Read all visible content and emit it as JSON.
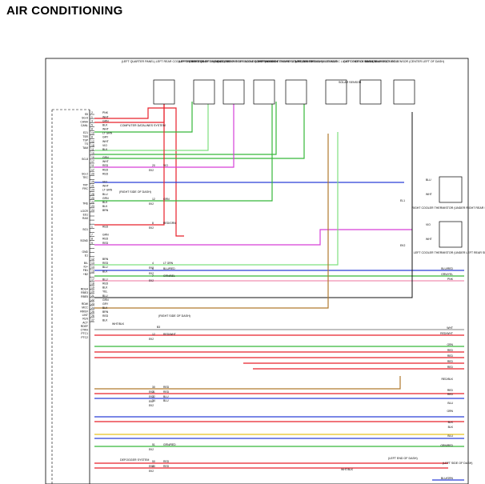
{
  "page": {
    "title": "AIR CONDITIONING"
  },
  "components": [
    {
      "id": "lq",
      "label": "(LEFT QUARTER PANEL) LEFT REAR COOLER THERMISTOR 1"
    },
    {
      "id": "le",
      "label": "(UPPER LEFT END OF DASH) J/C 230"
    },
    {
      "id": "rq",
      "label": "(RIGHT QUARTER PANEL) RIGHT REAR COOLER THERMISTOR 1"
    },
    {
      "id": "cf",
      "label": "(CENTER FRONT OF ENGINE COMPT) AMBIENT TEMPERATURE SENSOR"
    },
    {
      "id": "lf",
      "label": "(LEFT FRONT OF ENGINE COMPT) A/C PRESSURE SENSOR"
    },
    {
      "id": "cd",
      "label": "(CENTER OF DASH) AUTOMATIC LIGHT CONTROL SENSOR"
    },
    {
      "id": "sd",
      "label": "(LEFT SIDE OF DASH) MAIN BODY ECU"
    },
    {
      "id": "rt",
      "label": "ROOM TEMPERATURE SENSOR (CENTER LEFT OF DASH)"
    }
  ],
  "inner_labels": {
    "solar_sensor": "SOLAR SENSOR",
    "computer_datalines": "COMPUTER DATALINES SYSTEM",
    "right_side_dash": "(RIGHT SIDE OF DASH)",
    "right_side_dash_2": "(RIGHT SIDE OF DASH)",
    "defogger": "DEFOGGER SYSTEM",
    "left_end_dash": "(LEFT END OF DASH)",
    "left_side_dash": "(LEFT SIDE OF DASH)"
  },
  "thermistors": [
    {
      "id": "rcool",
      "label": "RIGHT COOLER THERMISTOR (UNDER RIGHT REAR SEAT)",
      "wire1": "BLU",
      "wire2": "WHT",
      "conn": "EL1"
    },
    {
      "id": "lcool",
      "label": "LEFT COOLER THERMISTOR (UNDER LEFT REAR SEAT)",
      "wire1": "VIO",
      "wire2": "WHT",
      "conn": "EK2"
    }
  ],
  "left_pins": [
    "S5",
    "SG-6",
    "CANH",
    "CANL",
    "E21",
    "TSR",
    "TSP",
    "TS",
    "TAM",
    "SG-8",
    "SG-2",
    "TEC",
    "TRT",
    "FRC",
    "TRE",
    "LGCR",
    "ES1",
    "RAS",
    "SG1",
    "SGND",
    "GND",
    "E1",
    "B/L",
    "IG+",
    "FB1",
    "+B2",
    "RDU4",
    "RBE3",
    "RBE5",
    "RDW",
    "MCC",
    "RMSV",
    "LINT",
    "RLN",
    "ACT",
    "RDEF",
    "CTRH",
    "PTC1",
    "PTC2"
  ],
  "rows": [
    {
      "n": "2",
      "c": "PNK"
    },
    {
      "n": "1",
      "c": "WHT"
    },
    {
      "n": "3",
      "c": "GRN"
    },
    {
      "n": "5",
      "c": "BLK"
    },
    {
      "n": "8",
      "c": "WHT"
    },
    {
      "n": "10",
      "c": "LT GRN"
    },
    {
      "n": "8",
      "c": "GRY"
    },
    {
      "n": "12",
      "c": "WHT"
    },
    {
      "n": "18",
      "c": "VIO"
    },
    {
      "n": "11",
      "c": "BLK"
    },
    {
      "n": "15",
      "c": ""
    },
    {
      "n": "16",
      "c": "GRN"
    },
    {
      "n": "17",
      "c": "WHT"
    },
    {
      "n": "11",
      "c": "RED"
    },
    {
      "n": "17",
      "c": "RED"
    },
    {
      "n": "20",
      "c": "RED"
    },
    {
      "n": "",
      "c": ""
    },
    {
      "n": "25",
      "c": "VIO"
    },
    {
      "n": "21",
      "c": "WHT"
    },
    {
      "n": "24",
      "c": "LT GRN"
    },
    {
      "n": "28",
      "c": "BLU"
    },
    {
      "n": "20",
      "c": "GRN"
    },
    {
      "n": "22",
      "c": "BLK"
    },
    {
      "n": "23",
      "c": "BLK"
    },
    {
      "n": "24",
      "c": "BRN"
    },
    {
      "n": "",
      "c": ""
    },
    {
      "n": "",
      "c": ""
    },
    {
      "n": "",
      "c": ""
    },
    {
      "n": "1",
      "c": "RED"
    },
    {
      "n": "",
      "c": ""
    },
    {
      "n": "7",
      "c": "GRN"
    },
    {
      "n": "8",
      "c": "RED"
    },
    {
      "n": "9",
      "c": "RED"
    },
    {
      "n": "",
      "c": ""
    },
    {
      "n": "",
      "c": ""
    },
    {
      "n": "",
      "c": ""
    },
    {
      "n": "12",
      "c": "BRN"
    },
    {
      "n": "13",
      "c": "RED"
    },
    {
      "n": "14",
      "c": "BLU"
    },
    {
      "n": "15",
      "c": "BLK"
    },
    {
      "n": "",
      "c": ""
    },
    {
      "n": "17",
      "c": "BLU"
    },
    {
      "n": "18",
      "c": "RED"
    },
    {
      "n": "19",
      "c": "BLK"
    },
    {
      "n": "20",
      "c": "YEL"
    },
    {
      "n": "21",
      "c": "BLU"
    },
    {
      "n": "22",
      "c": "GRN"
    },
    {
      "n": "23",
      "c": "GRY"
    },
    {
      "n": "24",
      "c": "BLK"
    },
    {
      "n": "25",
      "c": "BRN"
    },
    {
      "n": "26",
      "c": "RED"
    },
    {
      "n": "27",
      "c": "BLK"
    }
  ],
  "splices": [
    {
      "lbl": "WHT/BLK",
      "t": "B3"
    },
    {
      "lbl": "WHT/BLK",
      "t": ""
    }
  ],
  "mid_labels": [
    {
      "n": "20",
      "w": "VIO",
      "c": "EK2"
    },
    {
      "n": "12",
      "w": "GRN",
      "c": "EK2"
    },
    {
      "n": "8",
      "w": "RED/GRN",
      "c": "EK2"
    },
    {
      "n": "4",
      "w": "LT GRN",
      "c": "EK2"
    },
    {
      "n": "5",
      "w": "BLU/RED",
      "c": "EK2"
    },
    {
      "n": "7",
      "w": "GRN/BEL",
      "c": "EK2"
    },
    {
      "n": "12",
      "w": "RED/WHT",
      "c": "EK2"
    },
    {
      "n": "30",
      "w": "RED",
      "c": "EK2"
    },
    {
      "n": "31",
      "w": "RED",
      "c": "EK2"
    },
    {
      "n": "32",
      "w": "BLU",
      "c": "EK2"
    },
    {
      "n": "34",
      "w": "BLU",
      "c": "EK2"
    },
    {
      "n": "51",
      "w": "GRN/RED",
      "c": "EK2"
    },
    {
      "n": "50",
      "w": "RED",
      "c": "EK2"
    },
    {
      "n": "60",
      "w": "RED",
      "c": "EK2"
    }
  ],
  "right_labels": [
    "BLU/RED",
    "GRN/YEL",
    "PNK",
    "WHT",
    "RED/WHT",
    "GRN",
    "RED",
    "RED",
    "RED",
    "RED",
    "RED/BLK",
    "RED",
    "RED",
    "BLU",
    "GRN",
    "BLK",
    "BLK",
    "BLU",
    "GRN/RED",
    "BLU/GRN"
  ],
  "wire_colors": {
    "red": "#e8202a",
    "green": "#36b83a",
    "blue": "#2a3fd8",
    "violet": "#d63fd8",
    "brown": "#b07a2e",
    "yellow": "#e8c21f",
    "gray": "#9a9a9a",
    "black": "#111111",
    "white": "#c8c8c8",
    "pink": "#f08fb0",
    "ltgreen": "#7fe07f"
  }
}
